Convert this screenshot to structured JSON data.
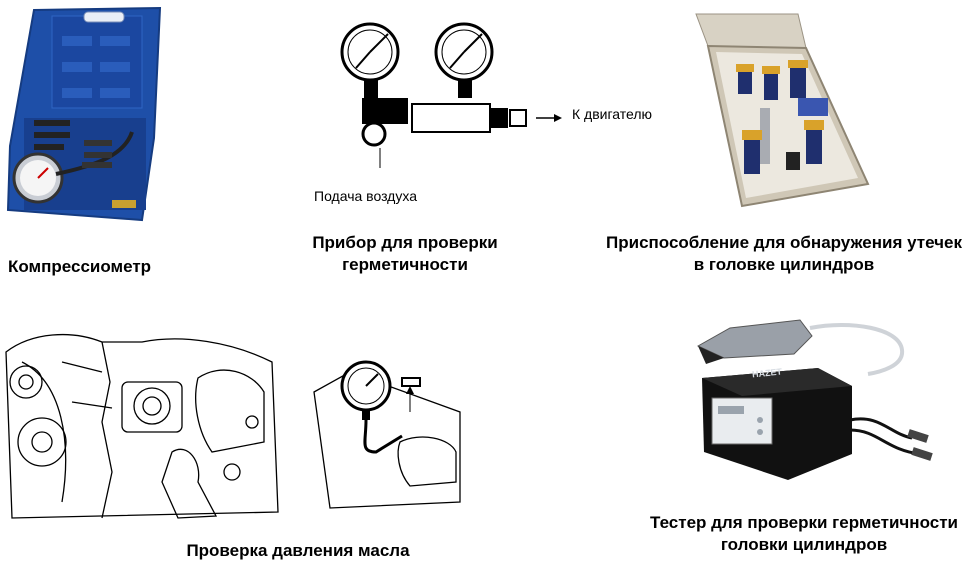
{
  "items": {
    "compressometer": {
      "caption": "Компрессиометр"
    },
    "leak_tester": {
      "caption_line1": "Прибор для проверки",
      "caption_line2": "герметичности",
      "label_air": "Подача воздуха",
      "label_engine": "К двигателю"
    },
    "leak_detector": {
      "caption_line1": "Приспособление для обнаружения утечек",
      "caption_line2": "в головке цилиндров"
    },
    "oil_pressure": {
      "caption": "Проверка давления масла"
    },
    "head_tester": {
      "caption_line1": "Тестер для проверки герметичности",
      "caption_line2": "головки цилиндров",
      "device_brand": "HAZET"
    }
  }
}
